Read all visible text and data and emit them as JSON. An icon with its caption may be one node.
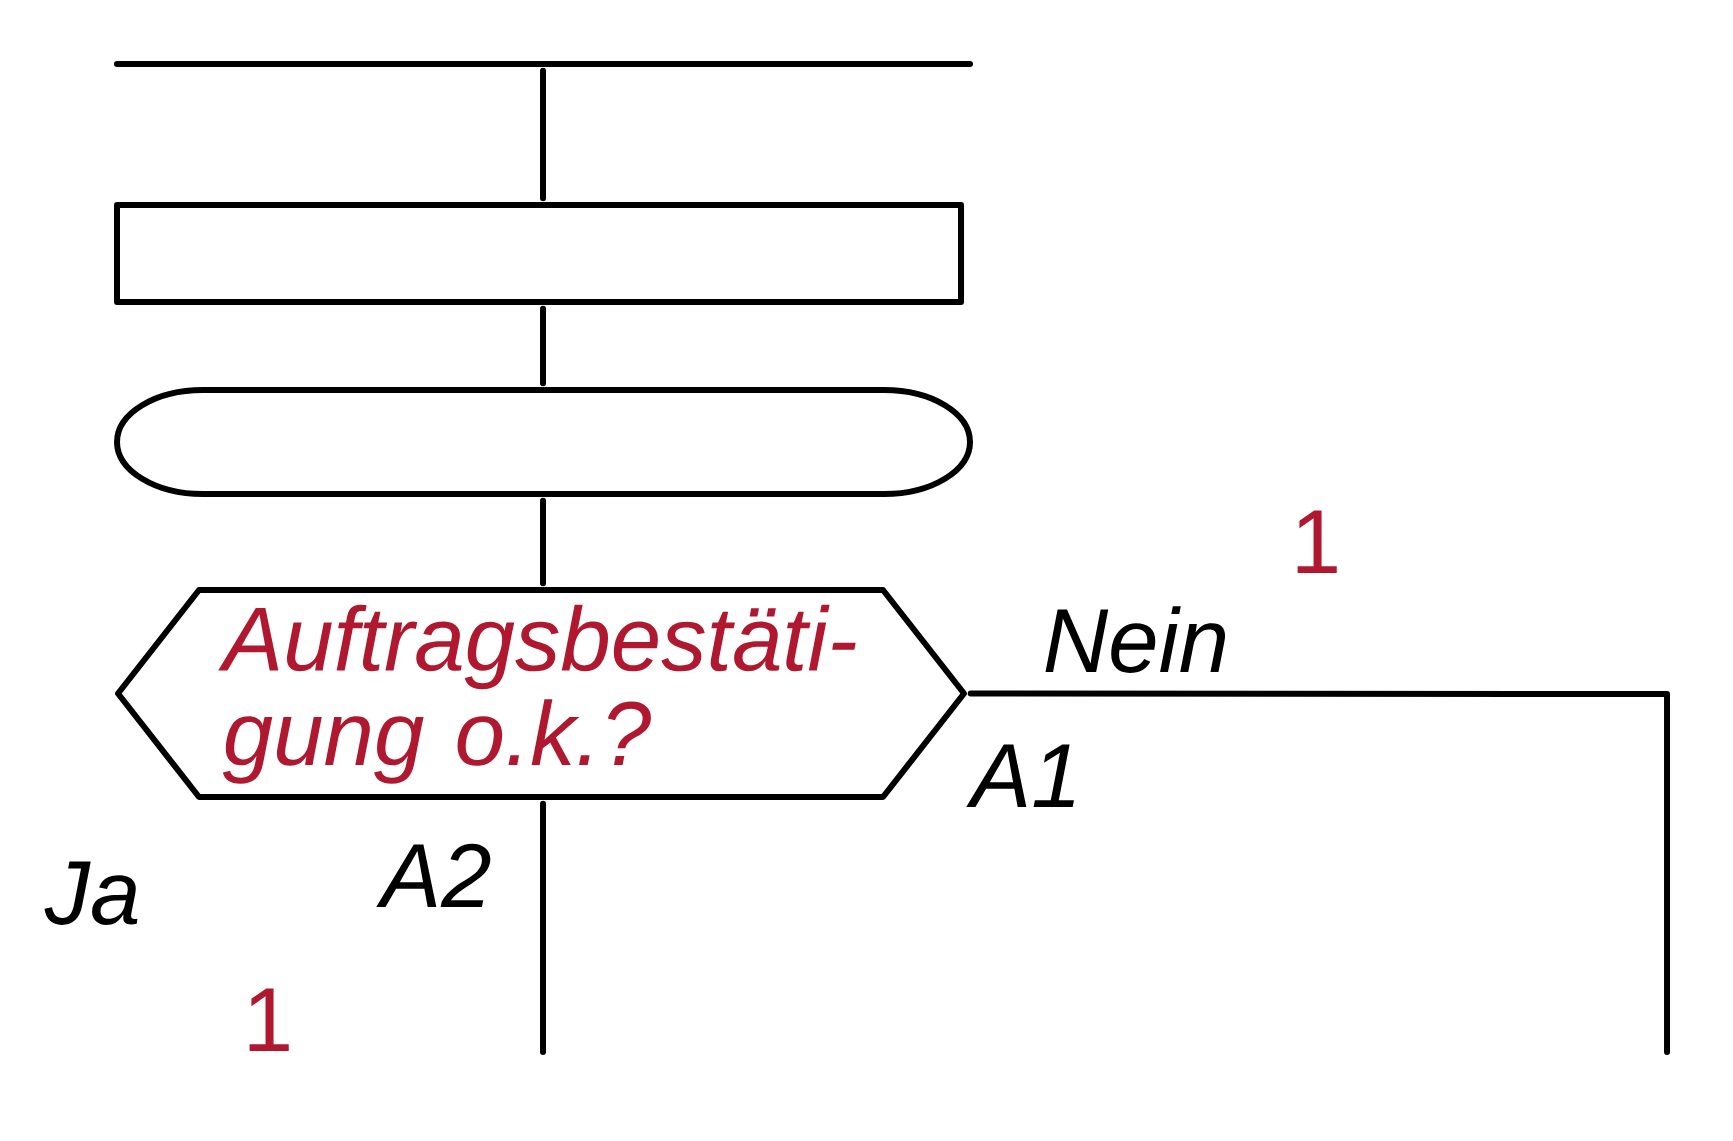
{
  "diagram": {
    "nodes": [
      {
        "text": [],
        "shape": "bar"
      },
      {
        "text": [],
        "shape": "box"
      },
      {
        "text": [],
        "shape": "stadium"
      },
      {
        "text": [
          "Auftragsbestäti- gung o.k.?"
        ]
      }
    ],
    "edges": [
      {
        "from": 0,
        "to": 1,
        "arrow": "none"
      },
      {
        "from": 1,
        "to": 2,
        "arrow": "none"
      },
      {
        "from": 2,
        "to": 3,
        "arrow": "none"
      },
      {
        "from": 3,
        "to": null,
        "arrow": "none",
        "label": "Nein"
      },
      {
        "from": 3,
        "to": null,
        "arrow": "none"
      }
    ],
    "labels": [
      "1",
      "A1",
      "Ja",
      "A2",
      "1"
    ]
  }
}
